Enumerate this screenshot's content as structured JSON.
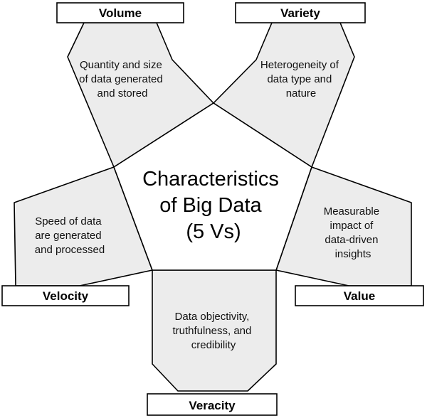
{
  "center": {
    "lines": [
      "Characteristics",
      "of Big Data",
      "(5 Vs)"
    ]
  },
  "characteristics": [
    {
      "key": "volume",
      "label": "Volume",
      "description": [
        "Quantity and size",
        "of data generated",
        "and stored"
      ]
    },
    {
      "key": "variety",
      "label": "Variety",
      "description": [
        "Heterogeneity of",
        "data type and",
        "nature"
      ]
    },
    {
      "key": "velocity",
      "label": "Velocity",
      "description": [
        "Speed of data",
        "are generated",
        "and processed"
      ]
    },
    {
      "key": "value",
      "label": "Value",
      "description": [
        "Measurable",
        "impact of",
        "data-driven",
        "insights"
      ]
    },
    {
      "key": "veracity",
      "label": "Veracity",
      "description": [
        "Data objectivity,",
        "truthfulness, and",
        "credibility"
      ]
    }
  ],
  "colors": {
    "petal_fill": "#ececec",
    "center_fill": "#ffffff",
    "stroke": "#000000"
  }
}
